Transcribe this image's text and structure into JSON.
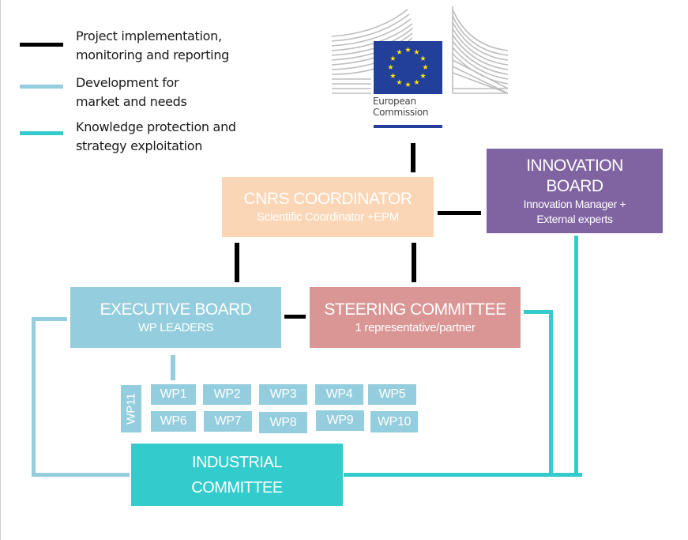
{
  "colors": {
    "implementation_line": "#000000",
    "development_line": "#94cddd",
    "knowledge_line": "#34cbcc",
    "cnrs_box": "#fbd6b6",
    "innovation_box": "#8064a2",
    "executive_box": "#94cddd",
    "steering_box": "#d99694",
    "industrial_box": "#34cbcc",
    "ec_flag": "#22409a",
    "ec_stars": "#ffe500"
  },
  "legend": [
    {
      "line1": "Project implementation,",
      "line2": "monitoring and reporting",
      "color": "#000000"
    },
    {
      "line1": "Development for",
      "line2": "market and needs",
      "color": "#94cddd"
    },
    {
      "line1": "Knowledge protection and",
      "line2": "strategy exploitation",
      "color": "#34cbcc"
    }
  ],
  "logo": {
    "line1": "European",
    "line2": "Commission",
    "icon": "eu-flag-icon"
  },
  "nodes": {
    "cnrs": {
      "title": "CNRS COORDINATOR",
      "subtitle": "Scientific Coordinator +EPM"
    },
    "innovation": {
      "title_line1": "INNOVATION",
      "title_line2": "BOARD",
      "subtitle_line1": "Innovation Manager +",
      "subtitle_line2": "External experts"
    },
    "executive": {
      "title": "EXECUTIVE BOARD",
      "subtitle": "WP LEADERS"
    },
    "steering": {
      "title": "STEERING COMMITTEE",
      "subtitle": "1 representative/partner"
    },
    "industrial": {
      "title_line1": "INDUSTRIAL",
      "title_line2": "COMMITTEE"
    }
  },
  "work_packages": {
    "row1": [
      "WP1",
      "WP2",
      "WP3",
      "WP4",
      "WP5"
    ],
    "row2": [
      "WP6",
      "WP7",
      "WP8",
      "WP9",
      "WP10"
    ],
    "vertical": "WP11"
  },
  "connections": [
    {
      "from": "European Commission",
      "to": "CNRS COORDINATOR",
      "type": "implementation"
    },
    {
      "from": "CNRS COORDINATOR",
      "to": "INNOVATION BOARD",
      "type": "implementation"
    },
    {
      "from": "CNRS COORDINATOR",
      "to": "EXECUTIVE BOARD",
      "type": "implementation"
    },
    {
      "from": "CNRS COORDINATOR",
      "to": "STEERING COMMITTEE",
      "type": "implementation"
    },
    {
      "from": "EXECUTIVE BOARD",
      "to": "STEERING COMMITTEE",
      "type": "implementation"
    },
    {
      "from": "EXECUTIVE BOARD",
      "to": "WP1",
      "type": "development"
    },
    {
      "from": "EXECUTIVE BOARD",
      "to": "INDUSTRIAL COMMITTEE",
      "type": "development"
    },
    {
      "from": "STEERING COMMITTEE",
      "to": "INDUSTRIAL COMMITTEE",
      "type": "knowledge"
    },
    {
      "from": "INNOVATION BOARD",
      "to": "INDUSTRIAL COMMITTEE",
      "type": "knowledge"
    }
  ]
}
